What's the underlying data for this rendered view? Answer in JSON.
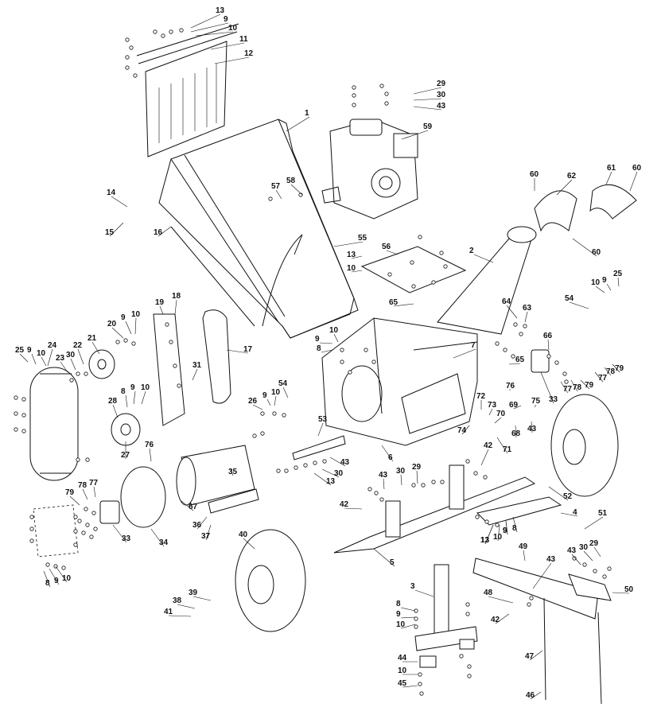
{
  "diagram": {
    "parts": [
      {
        "id": "p1",
        "label": "1"
      },
      {
        "id": "p2",
        "label": "2"
      },
      {
        "id": "p3",
        "label": "3"
      },
      {
        "id": "p4",
        "label": "4"
      },
      {
        "id": "p5",
        "label": "5"
      },
      {
        "id": "p6",
        "label": "6"
      },
      {
        "id": "p7",
        "label": "7"
      },
      {
        "id": "p8a",
        "label": "8"
      },
      {
        "id": "p8b",
        "label": "8"
      },
      {
        "id": "p8c",
        "label": "8"
      },
      {
        "id": "p8d",
        "label": "8"
      },
      {
        "id": "p8e",
        "label": "8"
      },
      {
        "id": "p9a",
        "label": "9"
      },
      {
        "id": "p9b",
        "label": "9"
      },
      {
        "id": "p9c",
        "label": "9"
      },
      {
        "id": "p9d",
        "label": "9"
      },
      {
        "id": "p9e",
        "label": "9"
      },
      {
        "id": "p9f",
        "label": "9"
      },
      {
        "id": "p9g",
        "label": "9"
      },
      {
        "id": "p9h",
        "label": "9"
      },
      {
        "id": "p9i",
        "label": "9"
      },
      {
        "id": "p9j",
        "label": "9"
      },
      {
        "id": "p9k",
        "label": "9"
      },
      {
        "id": "p10a",
        "label": "10"
      },
      {
        "id": "p10b",
        "label": "10"
      },
      {
        "id": "p10c",
        "label": "10"
      },
      {
        "id": "p10d",
        "label": "10"
      },
      {
        "id": "p10e",
        "label": "10"
      },
      {
        "id": "p10f",
        "label": "10"
      },
      {
        "id": "p10g",
        "label": "10"
      },
      {
        "id": "p10h",
        "label": "10"
      },
      {
        "id": "p10i",
        "label": "10"
      },
      {
        "id": "p10j",
        "label": "10"
      },
      {
        "id": "p10k",
        "label": "10"
      },
      {
        "id": "p10l",
        "label": "10"
      },
      {
        "id": "p11",
        "label": "11"
      },
      {
        "id": "p12",
        "label": "12"
      },
      {
        "id": "p13a",
        "label": "13"
      },
      {
        "id": "p13b",
        "label": "13"
      },
      {
        "id": "p13c",
        "label": "13"
      },
      {
        "id": "p13d",
        "label": "13"
      },
      {
        "id": "p13e",
        "label": "13"
      },
      {
        "id": "p14",
        "label": "14"
      },
      {
        "id": "p15",
        "label": "15"
      },
      {
        "id": "p16",
        "label": "16"
      },
      {
        "id": "p17",
        "label": "17"
      },
      {
        "id": "p18",
        "label": "18"
      },
      {
        "id": "p19",
        "label": "19"
      },
      {
        "id": "p20",
        "label": "20"
      },
      {
        "id": "p21",
        "label": "21"
      },
      {
        "id": "p22",
        "label": "22"
      },
      {
        "id": "p23",
        "label": "23"
      },
      {
        "id": "p24",
        "label": "24"
      },
      {
        "id": "p25a",
        "label": "25"
      },
      {
        "id": "p25b",
        "label": "25"
      },
      {
        "id": "p26",
        "label": "26"
      },
      {
        "id": "p27",
        "label": "27"
      },
      {
        "id": "p28",
        "label": "28"
      },
      {
        "id": "p29a",
        "label": "29"
      },
      {
        "id": "p29b",
        "label": "29"
      },
      {
        "id": "p29c",
        "label": "29"
      },
      {
        "id": "p30a",
        "label": "30"
      },
      {
        "id": "p30b",
        "label": "30"
      },
      {
        "id": "p30c",
        "label": "30"
      },
      {
        "id": "p30d",
        "label": "30"
      },
      {
        "id": "p30e",
        "label": "30"
      },
      {
        "id": "p31",
        "label": "31"
      },
      {
        "id": "p33a",
        "label": "33"
      },
      {
        "id": "p33b",
        "label": "33"
      },
      {
        "id": "p34",
        "label": "34"
      },
      {
        "id": "p35",
        "label": "35"
      },
      {
        "id": "p36",
        "label": "36"
      },
      {
        "id": "p37",
        "label": "37"
      },
      {
        "id": "p38",
        "label": "38"
      },
      {
        "id": "p39",
        "label": "39"
      },
      {
        "id": "p40",
        "label": "40"
      },
      {
        "id": "p41",
        "label": "41"
      },
      {
        "id": "p42a",
        "label": "42"
      },
      {
        "id": "p42b",
        "label": "42"
      },
      {
        "id": "p42c",
        "label": "42"
      },
      {
        "id": "p43a",
        "label": "43"
      },
      {
        "id": "p43b",
        "label": "43"
      },
      {
        "id": "p43c",
        "label": "43"
      },
      {
        "id": "p43d",
        "label": "43"
      },
      {
        "id": "p43e",
        "label": "43"
      },
      {
        "id": "p43f",
        "label": "43"
      },
      {
        "id": "p44",
        "label": "44"
      },
      {
        "id": "p45",
        "label": "45"
      },
      {
        "id": "p46",
        "label": "46"
      },
      {
        "id": "p47",
        "label": "47"
      },
      {
        "id": "p48",
        "label": "48"
      },
      {
        "id": "p49",
        "label": "49"
      },
      {
        "id": "p50",
        "label": "50"
      },
      {
        "id": "p51",
        "label": "51"
      },
      {
        "id": "p52",
        "label": "52"
      },
      {
        "id": "p53",
        "label": "53"
      },
      {
        "id": "p54a",
        "label": "54"
      },
      {
        "id": "p54b",
        "label": "54"
      },
      {
        "id": "p55",
        "label": "55"
      },
      {
        "id": "p56",
        "label": "56"
      },
      {
        "id": "p57",
        "label": "57"
      },
      {
        "id": "p58",
        "label": "58"
      },
      {
        "id": "p59",
        "label": "59"
      },
      {
        "id": "p60a",
        "label": "60"
      },
      {
        "id": "p60b",
        "label": "60"
      },
      {
        "id": "p60c",
        "label": "60"
      },
      {
        "id": "p61",
        "label": "61"
      },
      {
        "id": "p62",
        "label": "62"
      },
      {
        "id": "p63",
        "label": "63"
      },
      {
        "id": "p64",
        "label": "64"
      },
      {
        "id": "p65a",
        "label": "65"
      },
      {
        "id": "p65b",
        "label": "65"
      },
      {
        "id": "p66",
        "label": "66"
      },
      {
        "id": "p67",
        "label": "67"
      },
      {
        "id": "p68",
        "label": "68"
      },
      {
        "id": "p69",
        "label": "69"
      },
      {
        "id": "p70",
        "label": "70"
      },
      {
        "id": "p71",
        "label": "71"
      },
      {
        "id": "p72",
        "label": "72"
      },
      {
        "id": "p73",
        "label": "73"
      },
      {
        "id": "p74",
        "label": "74"
      },
      {
        "id": "p75",
        "label": "75"
      },
      {
        "id": "p76a",
        "label": "76"
      },
      {
        "id": "p76b",
        "label": "76"
      },
      {
        "id": "p77a",
        "label": "77"
      },
      {
        "id": "p77b",
        "label": "77"
      },
      {
        "id": "p77c",
        "label": "77"
      },
      {
        "id": "p78a",
        "label": "78"
      },
      {
        "id": "p78b",
        "label": "78"
      },
      {
        "id": "p78c",
        "label": "78"
      },
      {
        "id": "p79a",
        "label": "79"
      },
      {
        "id": "p79b",
        "label": "79"
      },
      {
        "id": "p79c",
        "label": "79"
      }
    ]
  }
}
